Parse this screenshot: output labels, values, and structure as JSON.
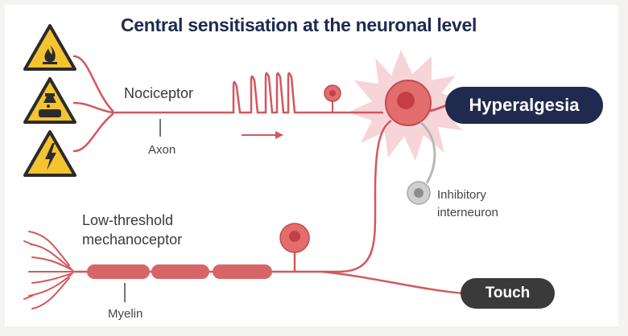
{
  "title": "Central sensitisation at the neuronal level",
  "labels": {
    "nociceptor": "Nociceptor",
    "axon": "Axon",
    "low_threshold_line1": "Low-threshold",
    "low_threshold_line2": "mechanoceptor",
    "myelin": "Myelin",
    "inhibitory_line1": "Inhibitory",
    "inhibitory_line2": "interneuron"
  },
  "outputs": {
    "hyperalgesia": "Hyperalgesia",
    "touch": "Touch"
  },
  "warning_icons": [
    "flammable-icon",
    "corrosive-icon",
    "electric-shock-icon"
  ],
  "colors": {
    "title": "#1f2a4e",
    "nerve": "#d3575e",
    "neuron_body": "#e36d6d",
    "neuron_burst": "#f5c7c9",
    "myelin": "#d86566",
    "warning_fill": "#f4c430",
    "warning_border": "#2b2b2b",
    "interneuron": "#bcbcbc",
    "hyperalgesia_pill": "#1f2a4e",
    "touch_pill": "#3a3a3a"
  }
}
